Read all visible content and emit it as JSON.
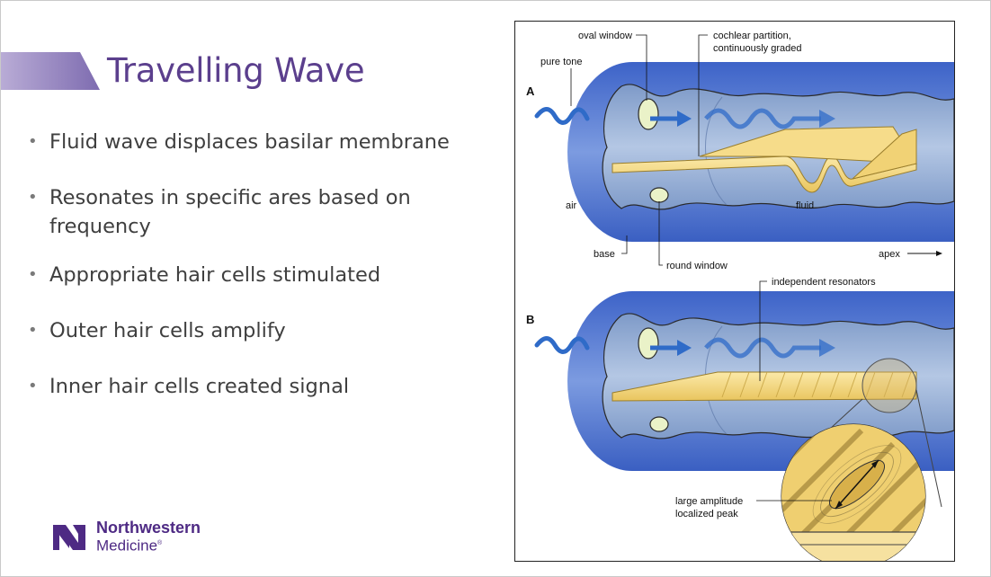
{
  "slide": {
    "title": "Travelling Wave",
    "bullets": [
      "Fluid wave displaces basilar membrane",
      "Resonates in specific ares based on frequency",
      "Appropriate hair cells stimulated",
      "Outer hair cells amplify",
      "Inner hair cells created signal"
    ]
  },
  "logo": {
    "line1": "Northwestern",
    "line2": "Medicine"
  },
  "figure": {
    "panel_a": "A",
    "panel_b": "B",
    "labels": {
      "oval_window": "oval window",
      "cochlear_partition_1": "cochlear partition,",
      "cochlear_partition_2": "continuously graded",
      "pure_tone": "pure tone",
      "air": "air",
      "fluid": "fluid",
      "base": "base",
      "round_window": "round window",
      "apex": "apex",
      "independent_resonators": "independent resonators",
      "large_amplitude": "large amplitude",
      "localized_peak": "localized peak"
    }
  },
  "colors": {
    "title_purple": "#5b3f8d",
    "band_purple": "#8a79b4",
    "cochlea_blue": "#5b7fd3",
    "fluid_blue": "#9db3d6",
    "membrane_yellow": "#f3d77b",
    "wave_blue": "#2f6bc8"
  }
}
